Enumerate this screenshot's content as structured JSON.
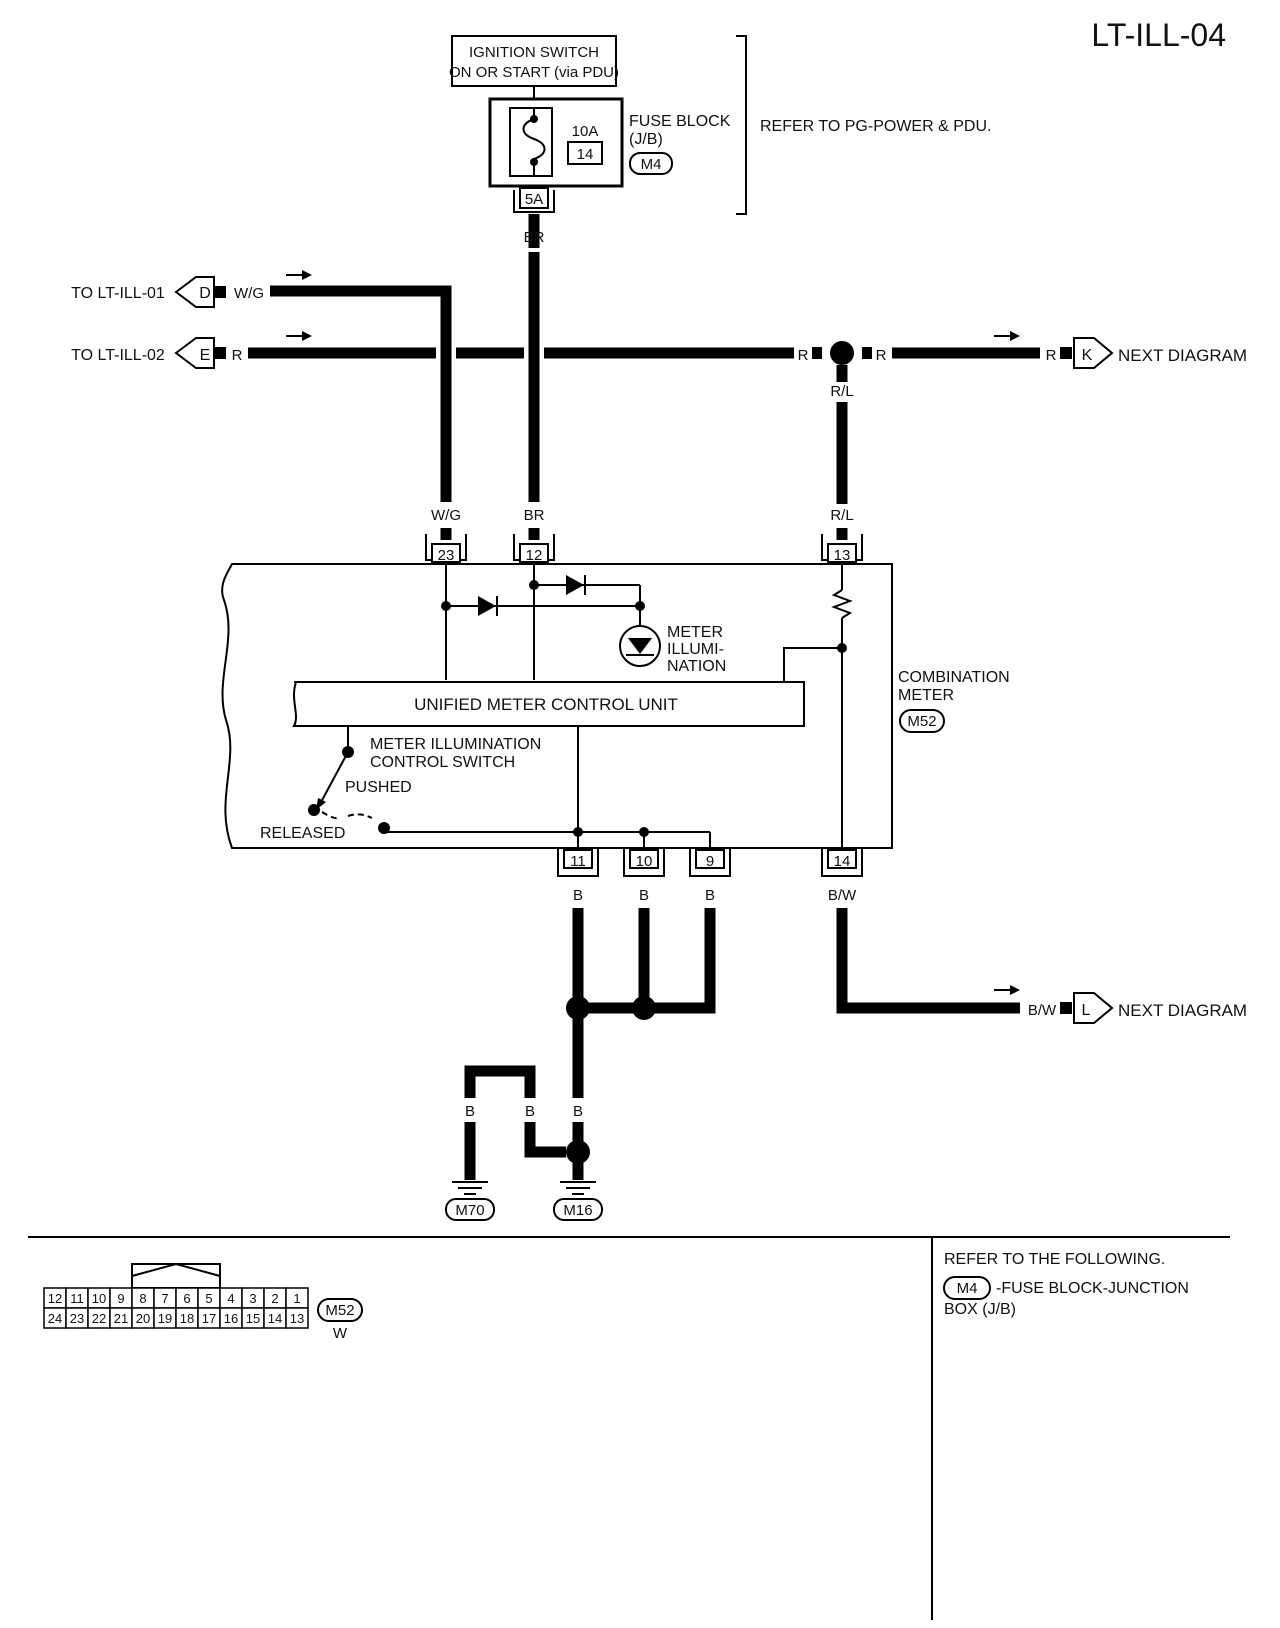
{
  "page_id": "LT-ILL-04",
  "power": {
    "ignition_label_1": "IGNITION SWITCH",
    "ignition_label_2": "ON OR START (via PDU)",
    "fuse_amp": "10A",
    "fuse_number": "14",
    "fuse_block_label_1": "FUSE BLOCK",
    "fuse_block_label_2": "(J/B)",
    "fuse_block_connector": "M4",
    "fuse_terminal": "5A",
    "refer_note": "REFER TO PG-POWER & PDU."
  },
  "wires": {
    "br": "BR",
    "wg": "W/G",
    "r": "R",
    "rl": "R/L",
    "b": "B",
    "bw": "B/W"
  },
  "connectors_left": {
    "to_lt_ill_01": "TO LT-ILL-01",
    "d": "D",
    "to_lt_ill_02": "TO LT-ILL-02",
    "e": "E"
  },
  "connectors_right": {
    "k": "K",
    "l": "L",
    "next_diagram": "NEXT DIAGRAM"
  },
  "meter": {
    "pins": {
      "p23": "23",
      "p12": "12",
      "p13": "13",
      "p11": "11",
      "p10": "10",
      "p9": "9",
      "p14": "14"
    },
    "illum_1": "METER",
    "illum_2": "ILLUMI-",
    "illum_3": "NATION",
    "control_unit": "UNIFIED METER CONTROL UNIT",
    "switch_1": "METER ILLUMINATION",
    "switch_2": "CONTROL SWITCH",
    "pushed": "PUSHED",
    "released": "RELEASED",
    "combo_1": "COMBINATION",
    "combo_2": "METER",
    "combo_connector": "M52"
  },
  "grounds": {
    "g1": "M70",
    "g2": "M16"
  },
  "connector_face": {
    "top_row": [
      "12",
      "11",
      "10",
      "9",
      "8",
      "7",
      "6",
      "5",
      "4",
      "3",
      "2",
      "1"
    ],
    "bottom_row": [
      "24",
      "23",
      "22",
      "21",
      "20",
      "19",
      "18",
      "17",
      "16",
      "15",
      "14",
      "13"
    ],
    "id": "M52",
    "color": "W"
  },
  "refer_box": {
    "line_1": "REFER TO THE FOLLOWING.",
    "conn": "M4",
    "line_2": "-FUSE BLOCK-JUNCTION",
    "line_3": "BOX (J/B)"
  }
}
